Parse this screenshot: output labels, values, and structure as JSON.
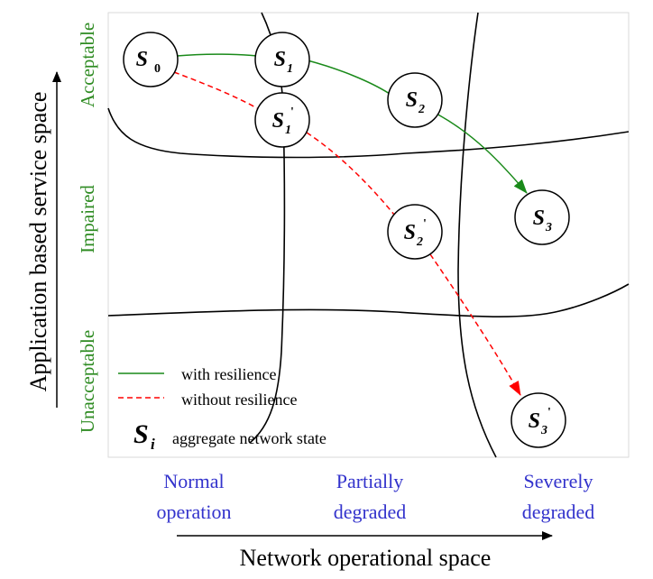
{
  "axes": {
    "y_label": "Application based service space",
    "x_label": "Network operational space"
  },
  "service_levels": [
    "Acceptable",
    "Impaired",
    "Unacceptable"
  ],
  "network_levels": [
    {
      "line1": "Normal",
      "line2": "operation"
    },
    {
      "line1": "Partially",
      "line2": "degraded"
    },
    {
      "line1": "Severely",
      "line2": "degraded"
    }
  ],
  "states": {
    "s0": {
      "base": "S",
      "sub": "0",
      "sup": ""
    },
    "s1": {
      "base": "S",
      "sub": "1",
      "sup": ""
    },
    "s1p": {
      "base": "S",
      "sub": "1",
      "sup": "'"
    },
    "s2": {
      "base": "S",
      "sub": "2",
      "sup": ""
    },
    "s2p": {
      "base": "S",
      "sub": "2",
      "sup": "'"
    },
    "s3": {
      "base": "S",
      "sub": "3",
      "sup": ""
    },
    "s3p": {
      "base": "S",
      "sub": "3",
      "sup": "'"
    }
  },
  "legend": {
    "with": "with resilience",
    "without": "without resilience",
    "symbol_base": "S",
    "symbol_sub": "i",
    "state_desc": "aggregate network state"
  },
  "colors": {
    "green": "#1a8a1a",
    "red": "#ff0000",
    "blue": "#3333cc",
    "green_text": "#2e8b22"
  }
}
